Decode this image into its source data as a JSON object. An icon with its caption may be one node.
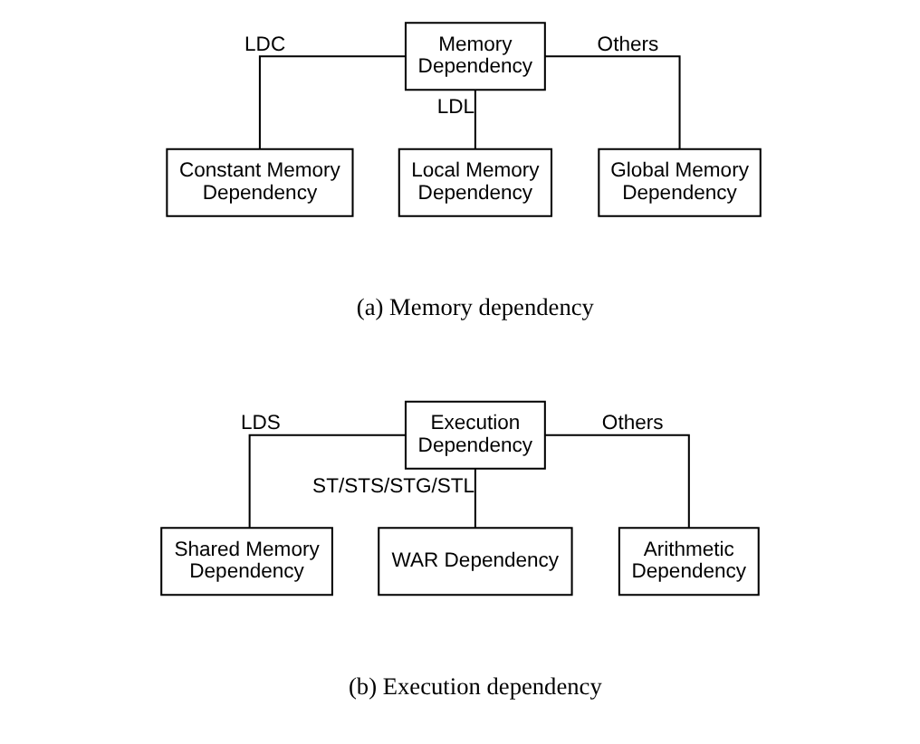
{
  "diagram": {
    "nodes": [
      {
        "text": [
          "Memory Dependency"
        ]
      },
      {
        "text": [
          "Constant Memory Dependency"
        ]
      },
      {
        "text": [
          "Local Memory Dependency"
        ]
      },
      {
        "text": [
          "Global Memory Dependency"
        ]
      },
      {
        "text": [
          "Execution Dependency"
        ]
      },
      {
        "text": [
          "Shared Memory Dependency"
        ]
      },
      {
        "text": [
          "WAR Dependency"
        ]
      },
      {
        "text": [
          "Arithmetic Dependency"
        ]
      }
    ],
    "edges": [
      {
        "from": 0,
        "to": 1,
        "arrow": "none",
        "label": "LDC"
      },
      {
        "from": 0,
        "to": 2,
        "arrow": "none",
        "label": "LDL"
      },
      {
        "from": 0,
        "to": 3,
        "arrow": "none",
        "label": "Others"
      },
      {
        "from": 4,
        "to": 5,
        "arrow": "none",
        "label": "LDS"
      },
      {
        "from": 4,
        "to": 6,
        "arrow": "none",
        "label": "ST/STS/STG/STL"
      },
      {
        "from": 4,
        "to": 7,
        "arrow": "none",
        "label": "Others"
      }
    ],
    "labels": [
      "(a) Memory dependency",
      "(b) Execution dependency"
    ]
  }
}
